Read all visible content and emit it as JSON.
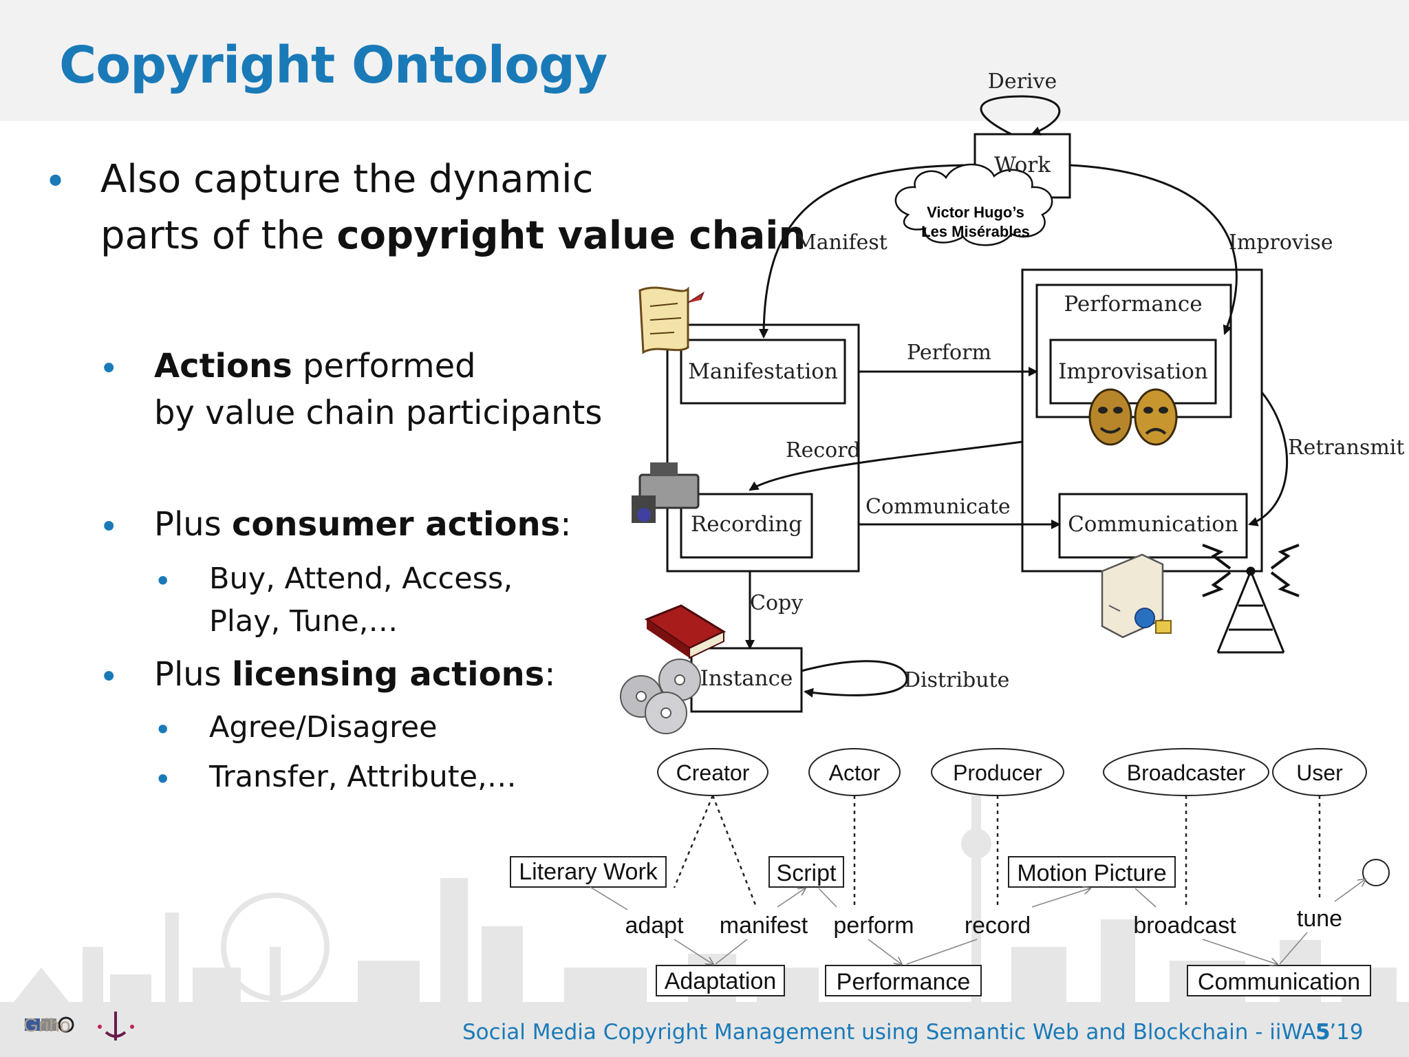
{
  "slide": {
    "title": "Copyright Ontology",
    "bullets": [
      {
        "line1": "Also capture the dynamic",
        "line2_pre": "parts of the ",
        "line2_bold": "copyright value chain"
      },
      {
        "bold": "Actions",
        "rest": " performed",
        "line2": "by value chain participants"
      },
      {
        "pre": "Plus ",
        "bold": "consumer actions",
        "post": ":"
      },
      {
        "line1": "Buy, Attend, Access,",
        "line2": "Play, Tune,…"
      },
      {
        "pre": "Plus ",
        "bold": "licensing actions",
        "post": ":"
      },
      {
        "text": "Agree/Disagree"
      },
      {
        "text": "Transfer, Attribute,…"
      }
    ],
    "footer": "Social Media Copyright Management using Semantic Web and Blockchain - iiWAS’19",
    "page": "5",
    "logo_text": "Griho"
  },
  "diagram": {
    "boxes": {
      "work": "Work",
      "manifestation": "Manifestation",
      "performance": "Performance",
      "improvisation": "Improvisation",
      "recording": "Recording",
      "communication": "Communication",
      "instance": "Instance"
    },
    "edges": {
      "derive": "Derive",
      "manifest": "Manifest",
      "improvise": "Improvise",
      "perform": "Perform",
      "record": "Record",
      "retransmit": "Retransmit",
      "communicate": "Communicate",
      "copy": "Copy",
      "distribute": "Distribute"
    },
    "cloud": {
      "line1": "Victor Hugo’s",
      "line2": "Les Misérables"
    }
  },
  "participants": {
    "agents": [
      "Creator",
      "Actor",
      "Producer",
      "Broadcaster",
      "User"
    ],
    "objects": [
      "Literary Work",
      "Script",
      "Motion Picture"
    ],
    "actions": [
      "adapt",
      "manifest",
      "perform",
      "record",
      "broadcast",
      "tune"
    ],
    "results": [
      "Adaptation",
      "Performance",
      "Communication"
    ]
  }
}
